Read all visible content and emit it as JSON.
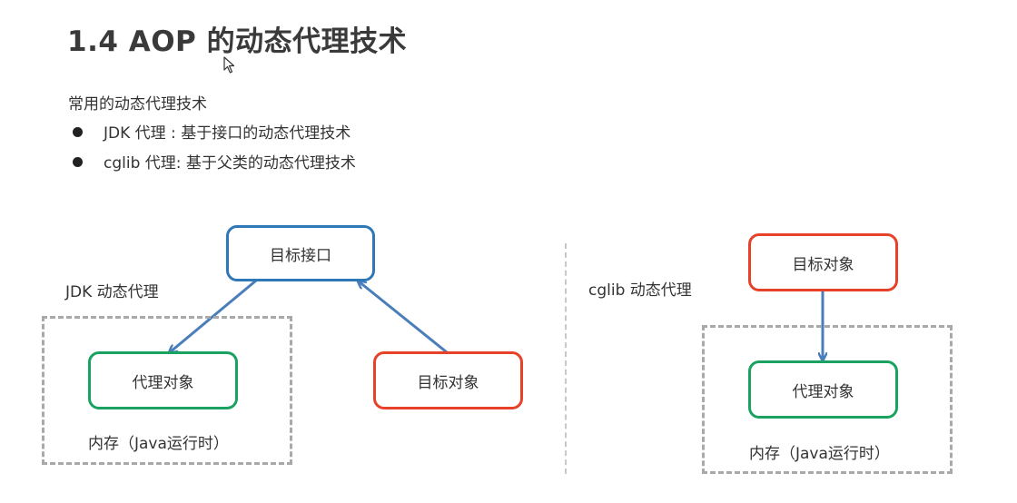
{
  "title": "1.4 AOP 的动态代理技术",
  "intro": "常用的动态代理技术",
  "bullets": [
    "JDK 代理 : 基于接口的动态代理技术",
    "cglib 代理:  基于父类的动态代理技术"
  ],
  "jdk": {
    "label": "JDK 动态代理",
    "target_interface": "目标接口",
    "proxy_object": "代理对象",
    "target_object": "目标对象",
    "memory": "内存（Java运行时）"
  },
  "cglib": {
    "label": "cglib 动态代理",
    "target_object": "目标对象",
    "proxy_object": "代理对象",
    "memory": "内存（Java运行时）"
  },
  "colors": {
    "interface_border": "#2f78b7",
    "target_border": "#e8412a",
    "proxy_border": "#1aa260",
    "arrow": "#4a7ebb",
    "dashed": "#a9a9a9"
  }
}
